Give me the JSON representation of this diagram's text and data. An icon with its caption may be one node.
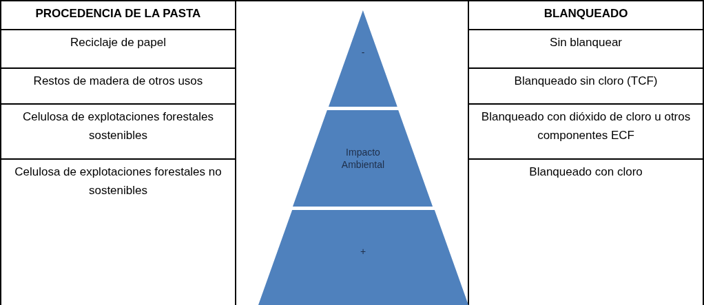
{
  "diagram": {
    "nodes": [
      {
        "text": [
          "-"
        ]
      },
      {
        "text": [
          "Impacto Ambiental"
        ]
      },
      {
        "text": [
          "+"
        ]
      }
    ],
    "labels": [
      "PROCEDENCIA DE LA PASTA",
      "BLANQUEADO",
      "Reciclaje de papel",
      "Sin blanquear",
      "Restos de madera de otros usos",
      "Blanqueado sin cloro (TCF)",
      "Celulosa de explotaciones forestales sostenibles",
      "Blanqueado con dióxido de cloro u otros componentes ECF",
      "Celulosa de explotaciones forestales no sostenibles",
      "Blanqueado con cloro"
    ]
  }
}
